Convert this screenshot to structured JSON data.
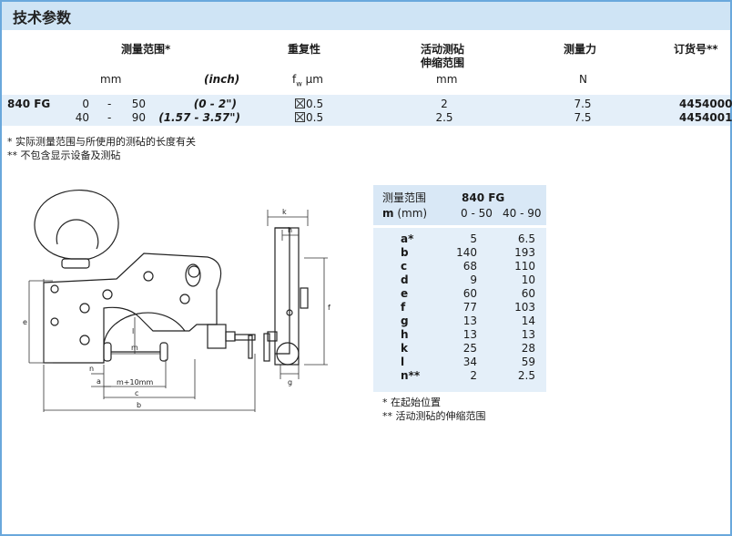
{
  "title": "技术参数",
  "header": {
    "col_range": "测量范围*",
    "col_repeat": "重复性",
    "col_anvil": "活动测砧",
    "col_anvil2": "伸缩范围",
    "col_force": "测量力",
    "col_order": "订货号**",
    "unit_mm": "mm",
    "unit_inch": "(inch)",
    "unit_fw": "f",
    "unit_fw_sub": "w",
    "unit_um": "µm",
    "unit_anvil_mm": "mm",
    "unit_N": "N"
  },
  "rows": [
    {
      "model": "840 FG",
      "from": "0",
      "dash": "-",
      "to": "50",
      "inch": "(0 - 2\")",
      "repeat": "0.5",
      "anvil": "2",
      "force": "7.5",
      "order": "4454000"
    },
    {
      "model": "",
      "from": "40",
      "dash": "-",
      "to": "90",
      "inch": "(1.57 -  3.57\")",
      "repeat": "0.5",
      "anvil": "2.5",
      "force": "7.5",
      "order": "4454001"
    }
  ],
  "notes": [
    "*  实际测量范围与所使用的测砧的长度有关",
    "**  不包含显示设备及测砧"
  ],
  "dims": {
    "head_label": "测量范围",
    "head_model": "840 FG",
    "head_m": "m",
    "head_unit": "(mm)",
    "range1": "0 - 50",
    "range2": "40 - 90",
    "rows": [
      {
        "k": "a*",
        "v1": "5",
        "v2": "6.5"
      },
      {
        "k": "b",
        "v1": "140",
        "v2": "193"
      },
      {
        "k": "c",
        "v1": "68",
        "v2": "110"
      },
      {
        "k": "d",
        "v1": "9",
        "v2": "10"
      },
      {
        "k": "e",
        "v1": "60",
        "v2": "60"
      },
      {
        "k": "f",
        "v1": "77",
        "v2": "103"
      },
      {
        "k": "g",
        "v1": "13",
        "v2": "14"
      },
      {
        "k": "h",
        "v1": "13",
        "v2": "13"
      },
      {
        "k": "k",
        "v1": "25",
        "v2": "28"
      },
      {
        "k": "l",
        "v1": "34",
        "v2": "59"
      },
      {
        "k": "n**",
        "v1": "2",
        "v2": "2.5"
      }
    ],
    "note1": "*   在起始位置",
    "note2": "**  活动测砧的伸缩范围"
  },
  "drawing_labels": {
    "e": "e",
    "l": "l",
    "m": "m",
    "n": "n",
    "a": "a",
    "m10": "m+10mm",
    "c": "c",
    "b": "b",
    "k": "k",
    "h": "h",
    "f": "f",
    "g": "g"
  }
}
